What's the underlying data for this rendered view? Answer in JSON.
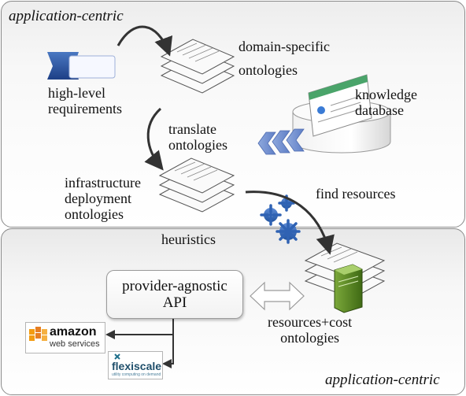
{
  "top_panel": {
    "title": "application-centric"
  },
  "bottom_panel": {
    "title": "application-centric"
  },
  "nodes": {
    "requirements": [
      "high-level",
      "requirements"
    ],
    "domain_ontologies": [
      "domain-specific",
      "ontologies"
    ],
    "knowledge_database": [
      "knowledge",
      "database"
    ],
    "infrastructure_ontologies": [
      "infrastructure",
      "deployment",
      "ontologies"
    ],
    "resources_cost_ontologies": [
      "resources+cost",
      "ontologies"
    ],
    "api": [
      "provider-agnostic",
      "API"
    ]
  },
  "edges": {
    "translate": [
      "translate",
      "ontologies"
    ],
    "find_resources": "find resources",
    "heuristics": "heuristics"
  },
  "providers": {
    "amazon": {
      "name": "amazon",
      "sub": "web services"
    },
    "flexiscale": {
      "name": "flexiscale",
      "sub": "utility computing on demand"
    }
  }
}
